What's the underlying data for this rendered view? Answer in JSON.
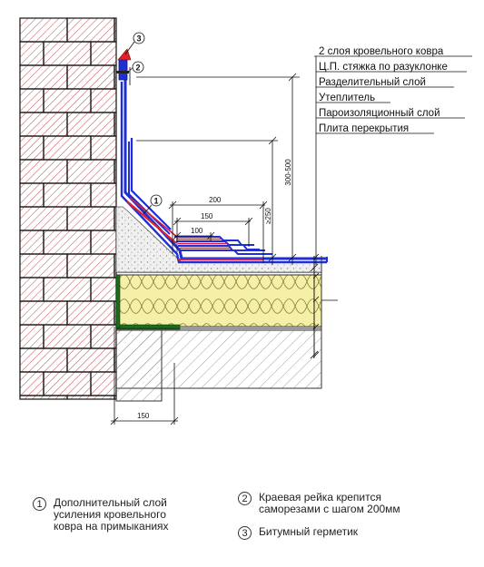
{
  "layer_labels": [
    "2 слоя кровельного ковра",
    "Ц.П. стяжка по разуклонке",
    "Разделительный слой",
    "Утеплитель",
    "Пароизоляционный слой",
    "Плита перекрытия"
  ],
  "dimensions": {
    "d200": "200",
    "d150_top": "150",
    "d100": "100",
    "d250": "≥250",
    "d300_500": "300-500",
    "d150_bottom": "150"
  },
  "callouts": {
    "c1": "1",
    "c2": "2",
    "c3": "3"
  },
  "legend": [
    {
      "num": "1",
      "text": "Дополнительный слой\nусиления кровельного\nковра на примыканиях"
    },
    {
      "num": "2",
      "text": "Краевая рейка крепится\nсаморезами с шагом 200мм"
    },
    {
      "num": "3",
      "text": "Битумный герметик"
    }
  ],
  "colors": {
    "membrane": "#1f2fd6",
    "reinforcement": "#e0202a",
    "insulation": "#f4f0a8",
    "vapor_barrier": "#1d6b1d",
    "brick_hatch": "#b04040"
  }
}
